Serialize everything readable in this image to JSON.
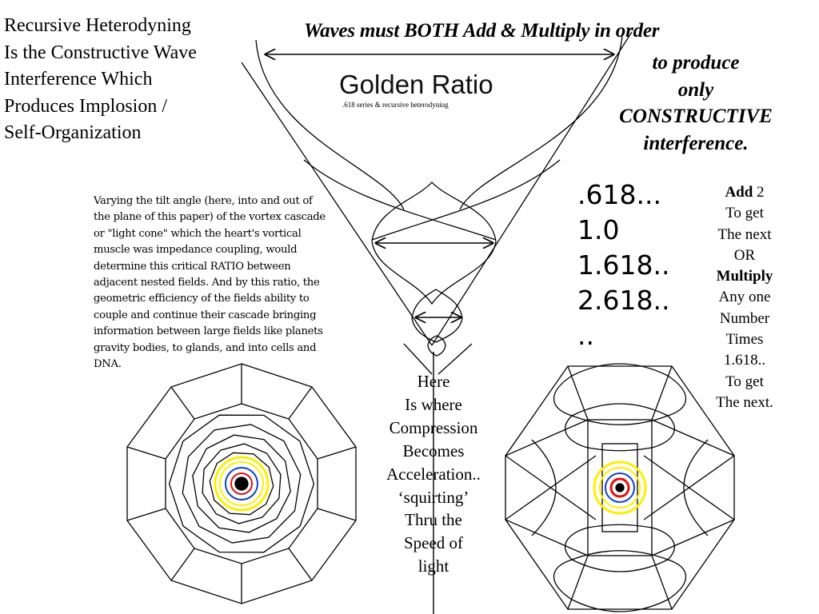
{
  "title_left": {
    "lines": [
      "Recursive Heterodyning",
      "Is the Constructive Wave",
      "Interference Which",
      "Produces Implosion /",
      "Self-Organization"
    ]
  },
  "headline": {
    "line1": "Waves must BOTH Add & Multiply in order",
    "continuation": [
      "to produce",
      "only",
      "CONSTRUCTIVE",
      "interference."
    ]
  },
  "golden_ratio": {
    "title": "Golden Ratio",
    "subtitle": ".618 series & recursive heterodyning"
  },
  "paragraph": {
    "lines": [
      "Varying the tilt angle (here, into and out of",
      "the plane of this paper) of the vortex cascade",
      "or \"light cone\" which the heart's vortical",
      "muscle was impedance coupling, would",
      "determine this critical  RATIO between",
      "adjacent nested fields. And by this ratio, the",
      "geometric efficiency of the fields ability to",
      "couple and continue their cascade bringing",
      "information between large fields like planets",
      "gravity bodies, to glands, and into cells and",
      "DNA."
    ]
  },
  "series": {
    "values": [
      ".618...",
      "1.0",
      "1.618..",
      "2.618..",
      ".."
    ]
  },
  "rule": {
    "add_word": "Add",
    "add_rest": " 2",
    "line2": "To get",
    "line3": "The next",
    "line4": "OR",
    "multiply_word": "Multiply",
    "line6": "Any one",
    "line7": "Number",
    "line8": "Times",
    "line9": "1.618..",
    "line10": "To get",
    "line11": "The next."
  },
  "compression_note": {
    "lines": [
      "Here",
      "Is where",
      "Compression",
      "Becomes",
      "Acceleration..",
      "‘squirting’",
      "Thru the",
      "Speed of",
      "light"
    ]
  },
  "colors": {
    "line": "#000000",
    "accent_yellow": "#ffee00",
    "accent_red": "#e01010",
    "accent_blue": "#1040d0"
  }
}
